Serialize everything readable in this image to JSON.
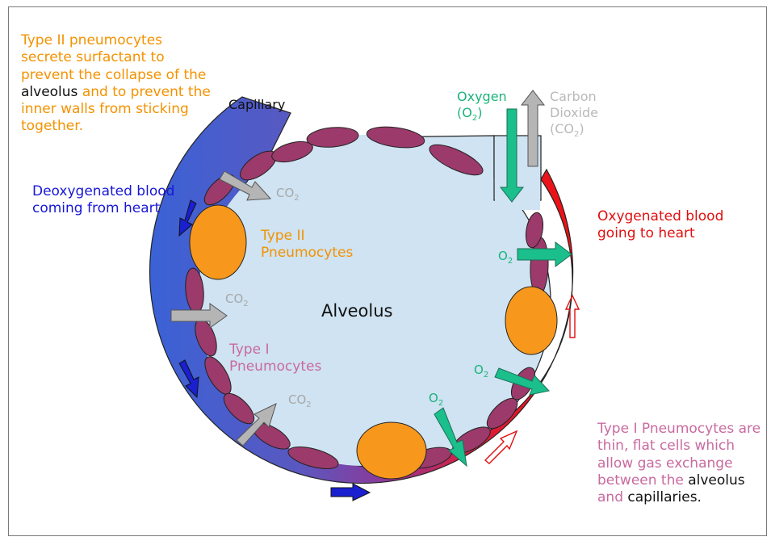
{
  "notes": {
    "surfactant_1": "Type II pneumocytes secrete surfactant to prevent the collapse of the ",
    "surfactant_hl": "alveolus",
    "surfactant_2": " and to prevent the inner walls from sticking together.",
    "type1_1": "Type I Pneumocytes are thin, flat cells which allow gas exchange between the ",
    "type1_hl1": "alveolus",
    "type1_2": " and ",
    "type1_hl2": "capillaries."
  },
  "labels": {
    "deoxygenated": "Deoxygenated blood coming from heart",
    "oxygenated": "Oxygenated blood going to heart",
    "capillary": "Capillary",
    "alveolus": "Alveolus",
    "type2": "Type II Pneumocytes",
    "type1": "Type I Pneumocytes",
    "oxygen_1": "Oxygen",
    "oxygen_2": "(O",
    "oxygen_3": "2",
    "oxygen_4": ")",
    "co2_1": "Carbon",
    "co2_2": "Dioxide",
    "co2_3": "(CO",
    "co2_4": "2",
    "co2_5": ")"
  },
  "gas_labels": {
    "co2_main": "CO",
    "o2_main": "O",
    "sub": "2"
  },
  "colors": {
    "deoxygenated_blood": "#3a55c8",
    "oxygenated_blood": "#e01010",
    "alveolus_fill": "#cfe3f2",
    "type1_cell": "#9b3a6b",
    "type2_cell": "#f7981d",
    "o2_arrow": "#1bbf8c",
    "co2_arrow": "#b5b5b5"
  }
}
